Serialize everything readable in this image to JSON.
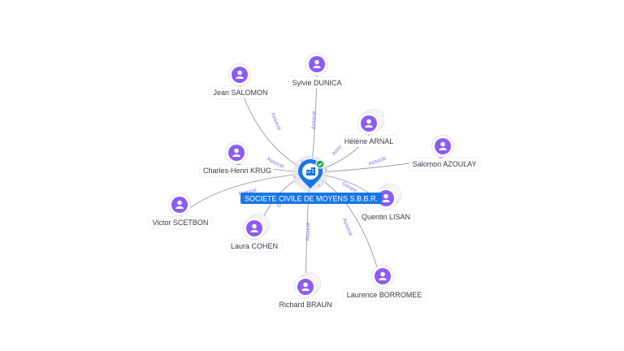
{
  "diagram": {
    "company": {
      "name": "SOCIETE CIVILE DE MOYENS S.B.B.R.",
      "icon": "building-icon",
      "status": "verified-check-icon"
    },
    "colors": {
      "person_icon": "#8b5cf6",
      "company_pin": "#1877e6",
      "label_bg": "#1877e6",
      "edge": "#8a8f99",
      "edge_label": "#7d6fe0",
      "check": "#22a55b"
    },
    "people": [
      {
        "id": "jean-salomon",
        "name": "Jean SALOMON",
        "relation": "Associé",
        "stacked": false
      },
      {
        "id": "sylvie-dunica",
        "name": "Sylvie DUNICA",
        "relation": "Associé",
        "stacked": false
      },
      {
        "id": "helene-arnal",
        "name": "Hélène ARNAL",
        "relation": "Asso",
        "stacked": true
      },
      {
        "id": "salomon-azoulay",
        "name": "Salomon AZOULAY",
        "relation": "Associé",
        "stacked": false
      },
      {
        "id": "charles-henri-krug",
        "name": "Charles-Henri KRUG",
        "relation": "Associé",
        "stacked": false
      },
      {
        "id": "victor-scetbon",
        "name": "Victor SCETBON",
        "relation": "Associé",
        "stacked": false
      },
      {
        "id": "quentin-lisan",
        "name": "Quentin LISAN",
        "relation": "Gérant",
        "stacked": true
      },
      {
        "id": "laura-cohen",
        "name": "Laura COHEN",
        "relation": "Gé",
        "stacked": true
      },
      {
        "id": "richard-braun",
        "name": "Richard BRAUN",
        "relation": "Associé",
        "stacked": true
      },
      {
        "id": "laurence-borromee",
        "name": "Laurence BORROMEE",
        "relation": "Associé",
        "stacked": false
      }
    ]
  }
}
